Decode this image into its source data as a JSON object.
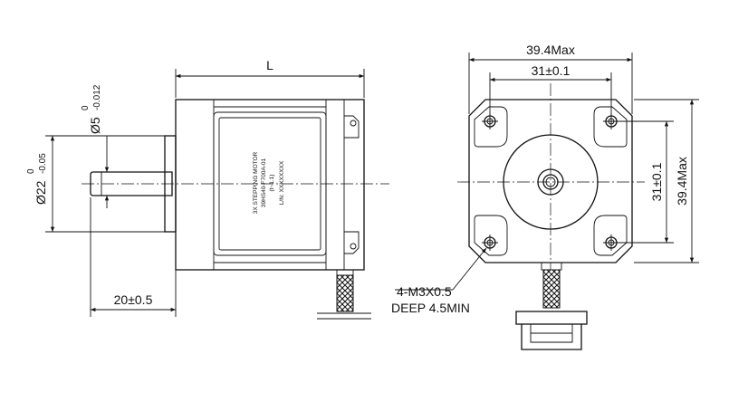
{
  "dimensions": {
    "length": "L",
    "shaft_dia_main": "Ø5",
    "shaft_dia_upper": "0",
    "shaft_dia_lower": "-0.012",
    "boss_dia_main": "Ø22",
    "boss_dia_upper": "0",
    "boss_dia_lower": "-0.05",
    "shaft_length": "20±0.5",
    "body_width_top": "39.4Max",
    "hole_spacing_top": "31±0.1",
    "hole_spacing_side": "31±0.1",
    "body_height_side": "39.4Max",
    "thread_spec_line1": "4-M3X0.5",
    "thread_spec_line2": "DEEP 4.5MIN"
  },
  "nameplate": {
    "line1": "3X STEPPING MOTOR",
    "line2": "39HS40-F700A-01",
    "line3": "(t~1.1)",
    "line4": "L/N: XXXXXXXX"
  },
  "colors": {
    "line": "#111111",
    "background": "#ffffff"
  }
}
